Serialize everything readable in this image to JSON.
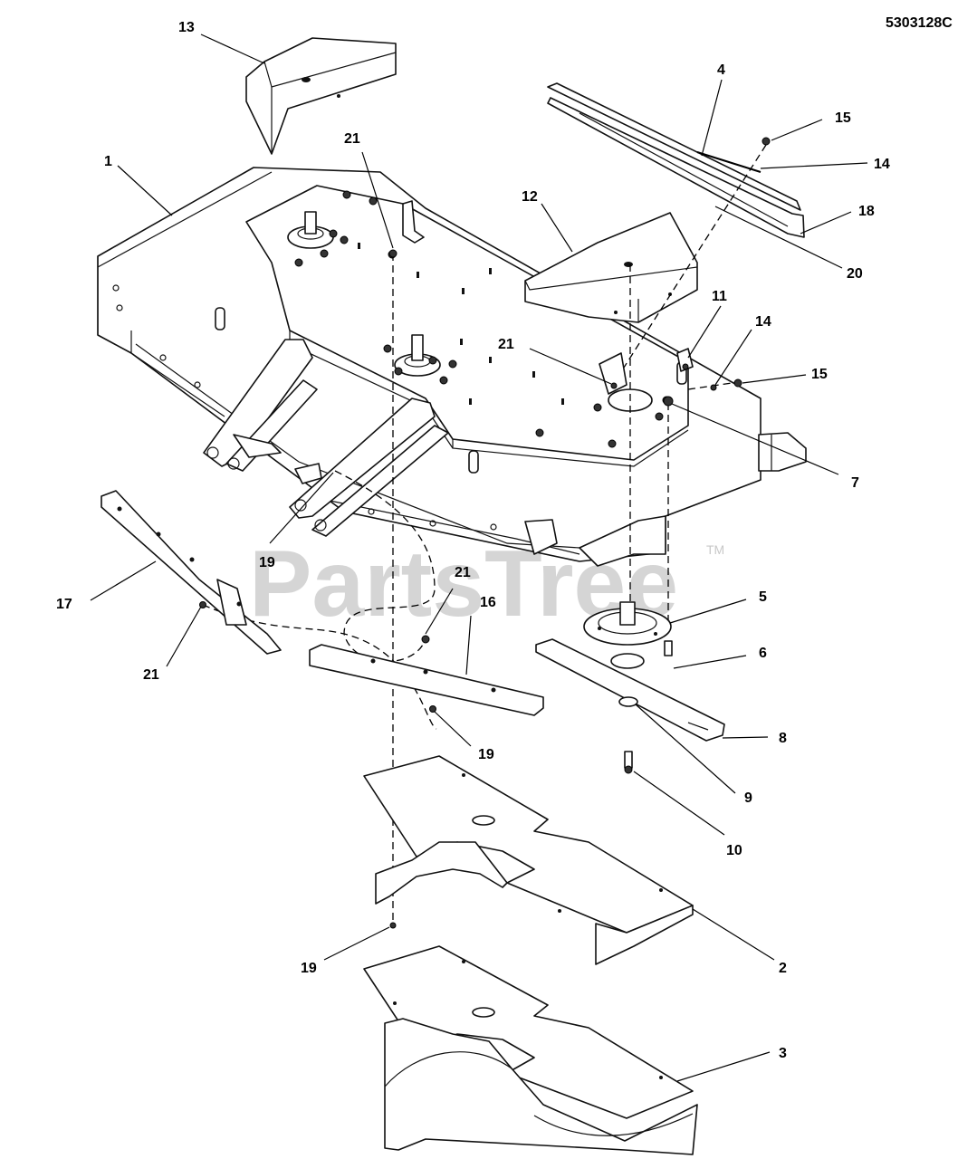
{
  "diagram_id": "5303128C",
  "watermark": "PartsTree",
  "watermark_tm": "TM",
  "callouts": [
    {
      "id": "c13",
      "label": "13"
    },
    {
      "id": "c21a",
      "label": "21"
    },
    {
      "id": "c1",
      "label": "1"
    },
    {
      "id": "c4",
      "label": "4"
    },
    {
      "id": "c15a",
      "label": "15"
    },
    {
      "id": "c14a",
      "label": "14"
    },
    {
      "id": "c18",
      "label": "18"
    },
    {
      "id": "c12",
      "label": "12"
    },
    {
      "id": "c20",
      "label": "20"
    },
    {
      "id": "c11",
      "label": "11"
    },
    {
      "id": "c14b",
      "label": "14"
    },
    {
      "id": "c15b",
      "label": "15"
    },
    {
      "id": "c21b",
      "label": "21"
    },
    {
      "id": "c7",
      "label": "7"
    },
    {
      "id": "c19a",
      "label": "19"
    },
    {
      "id": "c21c",
      "label": "21"
    },
    {
      "id": "c16",
      "label": "16"
    },
    {
      "id": "c17",
      "label": "17"
    },
    {
      "id": "c5",
      "label": "5"
    },
    {
      "id": "c6",
      "label": "6"
    },
    {
      "id": "c21d",
      "label": "21"
    },
    {
      "id": "c19b",
      "label": "19"
    },
    {
      "id": "c8",
      "label": "8"
    },
    {
      "id": "c9",
      "label": "9"
    },
    {
      "id": "c10",
      "label": "10"
    },
    {
      "id": "c2",
      "label": "2"
    },
    {
      "id": "c19c",
      "label": "19"
    },
    {
      "id": "c3",
      "label": "3"
    }
  ]
}
